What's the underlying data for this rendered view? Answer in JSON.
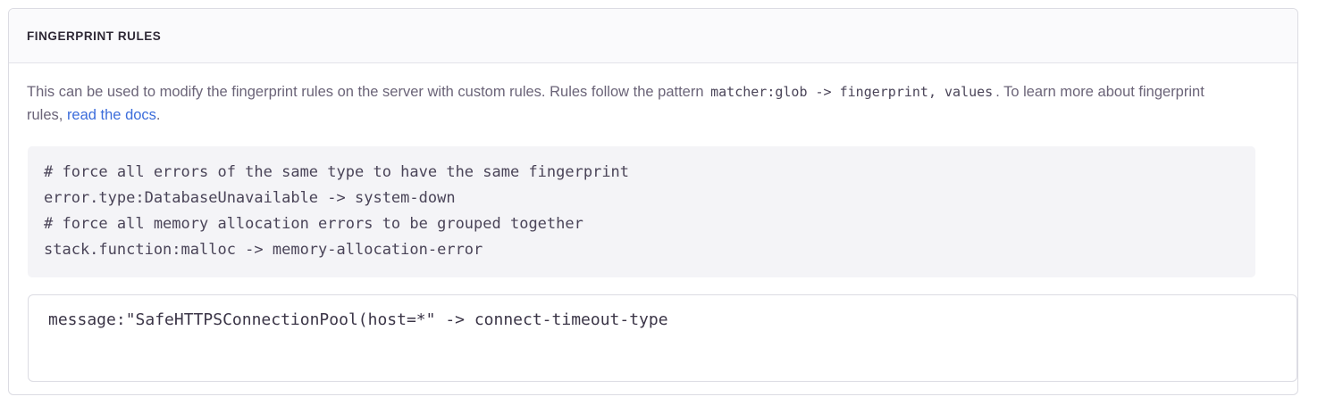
{
  "panel": {
    "title": "FINGERPRINT RULES",
    "description": {
      "before_code": "This can be used to modify the fingerprint rules on the server with custom rules. Rules follow the pattern ",
      "inline_code": "matcher:glob -> fingerprint, values",
      "after_code": ". To learn more about fingerprint rules, ",
      "link_text": "read the docs",
      "trailing": "."
    },
    "example_code": "# force all errors of the same type to have the same fingerprint\nerror.type:DatabaseUnavailable -> system-down\n# force all memory allocation errors to be grouped together\nstack.function:malloc -> memory-allocation-error",
    "rules_input": {
      "value": "message:\"SafeHTTPSConnectionPool(host=*\" -> connect-timeout-type",
      "placeholder": ""
    }
  },
  "colors": {
    "link": "#3c6ddb",
    "body_text": "#6b6478",
    "code_text": "#4a4458",
    "code_bg": "#f4f4f7",
    "border": "#dcdce3",
    "header_bg": "#fafafc",
    "title_text": "#2f2936"
  }
}
